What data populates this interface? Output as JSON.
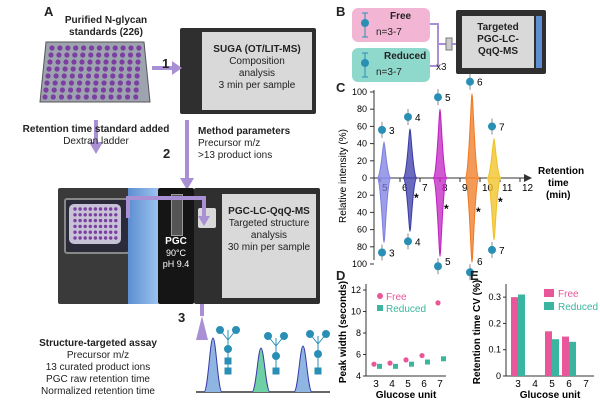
{
  "panelA": {
    "letter": "A",
    "standards_title": "Purified N-glycan standards (226)",
    "suga_box": {
      "title": "SUGA (OT/LIT-MS)",
      "line1": "Composition",
      "line2": "analysis",
      "line3": "3 min per sample"
    },
    "step1": "1",
    "step2": "2",
    "step3": "3",
    "retention_std": {
      "title": "Retention time standard added",
      "subtitle": "Dextran ladder"
    },
    "method_params": {
      "title": "Method parameters",
      "line1": "Precursor m/z",
      "line2": ">13 product ions"
    },
    "pgc_box": {
      "title": "PGC-LC-QqQ-MS",
      "line1": "Targeted structure",
      "line2": "analysis",
      "line3": "30 min per sample"
    },
    "pgc_column": {
      "label": "PGC",
      "temp": "90°C",
      "ph": "pH 9.4"
    },
    "assay": {
      "title": "Structure-targeted assay",
      "items": [
        "Precursor m/z",
        "13 curated product ions",
        "PGC raw retention time",
        "Normalized retention time"
      ]
    }
  },
  "panelB": {
    "letter": "B",
    "free_label": "Free",
    "free_n": "n=3-7",
    "reduced_label": "Reduced",
    "reduced_n": "n=3-7",
    "multiplier": "x3",
    "target_box": {
      "line1": "Targeted",
      "line2": "PGC-LC-",
      "line3": "QqQ-MS"
    }
  },
  "panelC": {
    "letter": "C",
    "ylabel": "Relative intensity (%)",
    "xlabel_line1": "Retention",
    "xlabel_line2": "time",
    "xlabel_line3": "(min)",
    "yticks_top": [
      "100",
      "80",
      "60",
      "40",
      "20",
      "0"
    ],
    "yticks_bottom": [
      "20",
      "40",
      "60",
      "80",
      "100"
    ],
    "xticks": [
      "5",
      "6",
      "7",
      "8",
      "9",
      "10",
      "11",
      "12"
    ],
    "gu_labels_top": [
      "3",
      "4",
      "5",
      "6",
      "7"
    ],
    "gu_labels_bottom": [
      "3",
      "4",
      "5",
      "6",
      "7"
    ],
    "star": "*",
    "colors": {
      "gu3": "#7b7fe0",
      "gu4": "#3a3aa8",
      "gu5": "#c020c0",
      "gu6": "#f07820",
      "gu7": "#f0c020"
    }
  },
  "panelD": {
    "letter": "D",
    "ylabel": "Peak width (seconds)",
    "xlabel": "Glucose unit",
    "legend": [
      "Free",
      "Reduced"
    ],
    "yticks": [
      "4",
      "6",
      "8",
      "10",
      "12"
    ],
    "xticks": [
      "3",
      "4",
      "5",
      "6",
      "7"
    ]
  },
  "panelE": {
    "letter": "E",
    "ylabel": "Retention time CV (%)",
    "xlabel": "Glucose unit",
    "legend": [
      "Free",
      "Reduced"
    ],
    "yticks": [
      "0",
      "0.1",
      "0.2",
      "0.3"
    ],
    "xticks": [
      "3",
      "4",
      "5",
      "6",
      "7"
    ]
  },
  "colors": {
    "free": "#e8579a",
    "reduced": "#3ab5a0",
    "arrow": "#a98fd4",
    "glycan": "#2a8fb5"
  },
  "chart_data": [
    {
      "type": "scatter",
      "xlabel": "Glucose unit",
      "ylabel": "Peak width (seconds)",
      "ylim": [
        4,
        12
      ],
      "categories": [
        "3",
        "4",
        "5",
        "6",
        "7"
      ],
      "series": [
        {
          "name": "Free",
          "values": [
            5.1,
            5.2,
            5.5,
            5.9,
            10.8
          ]
        },
        {
          "name": "Reduced",
          "values": [
            4.9,
            4.9,
            5.1,
            5.3,
            5.6
          ]
        }
      ],
      "legend": "top-left"
    },
    {
      "type": "bar",
      "xlabel": "Glucose unit",
      "ylabel": "Retention time CV (%)",
      "ylim": [
        0,
        0.35
      ],
      "categories": [
        "3",
        "4",
        "5",
        "6",
        "7"
      ],
      "series": [
        {
          "name": "Free",
          "values": [
            0.3,
            0.0,
            0.17,
            0.15,
            0.0
          ]
        },
        {
          "name": "Reduced",
          "values": [
            0.31,
            0.0,
            0.14,
            0.13,
            0.0
          ]
        }
      ],
      "legend": "top-right"
    }
  ]
}
